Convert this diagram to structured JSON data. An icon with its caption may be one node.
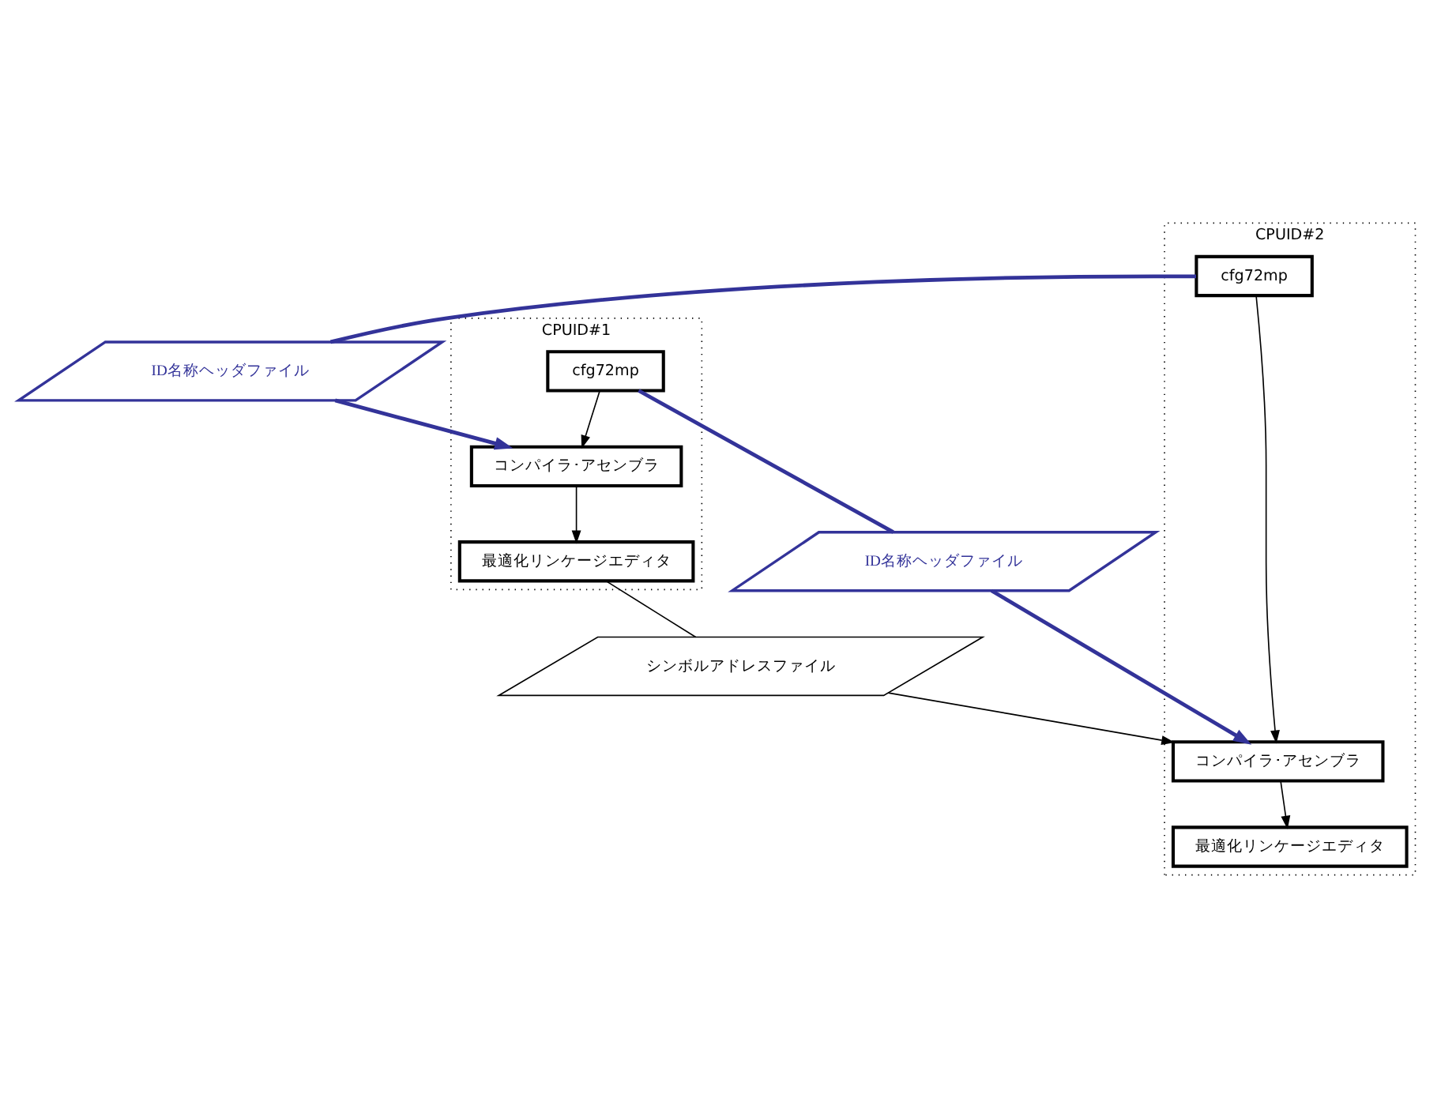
{
  "diagram": {
    "nodes": [
      {
        "text": [
          "CPUID#1"
        ]
      },
      {
        "text": [
          "cfg72mp"
        ],
        "in": 0
      },
      {
        "text": [
          "コンパイラ･アセンブラ"
        ],
        "in": 0
      },
      {
        "text": [
          "最適化リンケージエディタ"
        ],
        "in": 0
      },
      {
        "text": [
          "CPUID#2"
        ]
      },
      {
        "text": [
          "cfg72mp"
        ],
        "in": 4
      },
      {
        "text": [
          "コンパイラ･アセンブラ"
        ],
        "in": 4
      },
      {
        "text": [
          "最適化リンケージエディタ"
        ],
        "in": 4
      },
      {
        "text": [
          "ID名称ヘッダファイル"
        ]
      },
      {
        "text": [
          "ID名称ヘッダファイル"
        ]
      },
      {
        "text": [
          "シンボルアドレスファイル"
        ]
      }
    ],
    "edges": [
      {
        "from": 1,
        "to": 2,
        "arrow": "to"
      },
      {
        "from": 1,
        "to": 8,
        "arrow": "none",
        "style": "thick",
        "color": "#333399"
      },
      {
        "from": 8,
        "to": 6,
        "arrow": "to",
        "style": "thick",
        "color": "#333399"
      },
      {
        "from": 5,
        "to": 9,
        "arrow": "none",
        "style": "thick",
        "color": "#333399"
      },
      {
        "from": 9,
        "to": 2,
        "arrow": "to",
        "style": "thick",
        "color": "#333399"
      },
      {
        "from": 5,
        "to": 6,
        "arrow": "to"
      },
      {
        "from": 2,
        "to": 3,
        "arrow": "to"
      },
      {
        "from": 3,
        "to": 10,
        "arrow": "none"
      },
      {
        "from": 10,
        "to": 6,
        "arrow": "to"
      },
      {
        "from": 6,
        "to": 7,
        "arrow": "to"
      }
    ]
  }
}
